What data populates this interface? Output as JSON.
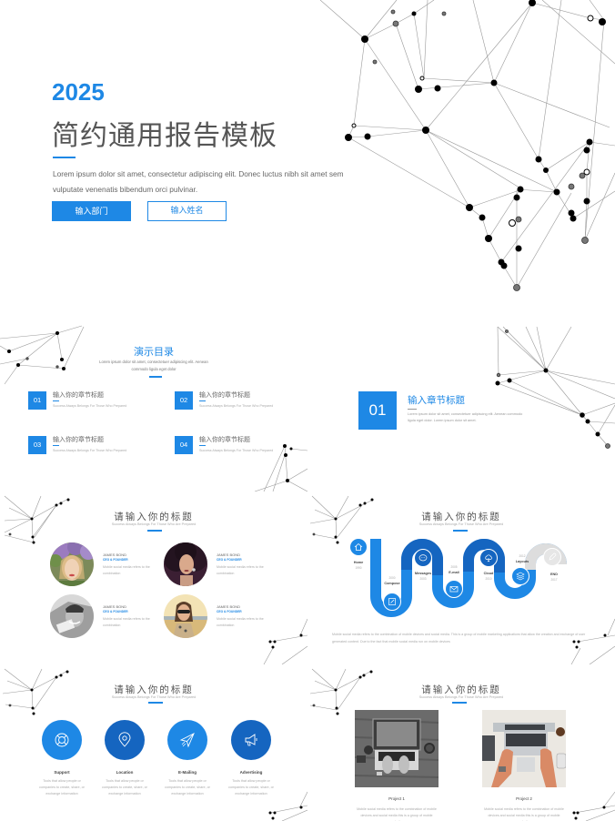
{
  "colors": {
    "accent": "#1e88e5",
    "accent_dark": "#1565c0",
    "text_gray": "#555555",
    "muted": "#aaaaaa",
    "inactive": "#dddddd"
  },
  "cover": {
    "year": "2025",
    "title": "简约通用报告模板",
    "description": "Lorem ipsum dolor sit amet, consectetur adipiscing elit. Donec luctus nibh sit amet sem vulputate venenatis bibendum orci pulvinar.",
    "button_department": "输入部门",
    "button_name": "输入姓名"
  },
  "contents": {
    "title": "演示目录",
    "subtitle_line1": "Lorem ipsum dolor sit amet, consectetuer adipiscing elit. Aenean",
    "subtitle_line2": "commodo ligula eget dolor",
    "items": [
      {
        "num": "01",
        "label": "输入你的章节标题",
        "sub": "Success Always Belongs For Those Who Prepared"
      },
      {
        "num": "02",
        "label": "输入你的章节标题",
        "sub": "Success Always Belongs For Those Who Prepared"
      },
      {
        "num": "03",
        "label": "输入你的章节标题",
        "sub": "Success Always Belongs For Those Who Prepared"
      },
      {
        "num": "04",
        "label": "输入你的章节标题",
        "sub": "Success Always Belongs For Those Who Prepared"
      }
    ]
  },
  "chapter": {
    "num": "01",
    "title": "输入章节标题",
    "description": "Lorem ipsum dolor sit amet, consectetuer adipiscing elit. Aenean commodo ligula eget dolor. Lorem ipsum dolor sit amet."
  },
  "team": {
    "title": "请输入你的标题",
    "subtitle": "Success Always Belongs For Those Who Are Prepared",
    "members": [
      {
        "name": "JAMES BOND",
        "role": "CEO & FOUNDER",
        "desc": "Mobile social media refers to the combination"
      },
      {
        "name": "JAMES BOND",
        "role": "CEO & FOUNDER",
        "desc": "Mobile social media refers to the combination"
      },
      {
        "name": "JAMES BOND",
        "role": "CEO & FOUNDER",
        "desc": "Mobile social media refers to the combination"
      },
      {
        "name": "JAMES BOND",
        "role": "CEO & FOUNDER",
        "desc": "Mobile social media refers to the combination"
      }
    ]
  },
  "timeline": {
    "title": "请输入你的标题",
    "subtitle": "Success Always Belongs For Those Who Are Prepared",
    "nodes": [
      {
        "label": "Home",
        "year": "1990",
        "icon": "home-icon"
      },
      {
        "label": "Compose",
        "year": "2000",
        "icon": "compose-icon"
      },
      {
        "label": "Messages",
        "year": "2003",
        "icon": "chat-icon"
      },
      {
        "label": "E-mail",
        "year": "2005",
        "icon": "mail-icon"
      },
      {
        "label": "Cloud",
        "year": "2010",
        "icon": "cloud-icon"
      },
      {
        "label": "Layouts",
        "year": "2012",
        "icon": "layers-icon"
      },
      {
        "label": "END",
        "year": "2017",
        "icon": "rocket-icon"
      }
    ],
    "description": "Mobile social media refers to the combination of mobile devices and social media. This is a group of mobile marketing applications that allow the creation and exchange of user generated content. Due to the fact that mobile social media run on mobile devices"
  },
  "services": {
    "title": "请输入你的标题",
    "subtitle": "Success Always Belongs For Those Who Are Prepared",
    "items": [
      {
        "name": "Support",
        "desc": "Tools that allow people or companies to create, share, or exchange information",
        "icon": "lifebuoy-icon"
      },
      {
        "name": "Location",
        "desc": "Tools that allow people or companies to create, share, or exchange information",
        "icon": "location-pin-icon"
      },
      {
        "name": "E-Mailing",
        "desc": "Tools that allow people or companies to create, share, or exchange information",
        "icon": "paper-plane-icon"
      },
      {
        "name": "Advertising",
        "desc": "Tools that allow people or companies to create, share, or exchange information",
        "icon": "megaphone-icon"
      }
    ]
  },
  "projects": {
    "title": "请输入你的标题",
    "subtitle": "Success Always Belongs For Those Who Are Prepared",
    "items": [
      {
        "name": "Project 1",
        "desc": "Mobile social media refers to the combination of mobile devices and social media this is a group of mobile marketing"
      },
      {
        "name": "Project 2",
        "desc": "Mobile social media refers to the combination of mobile devices and social media this is a group of mobile marketing"
      }
    ]
  }
}
